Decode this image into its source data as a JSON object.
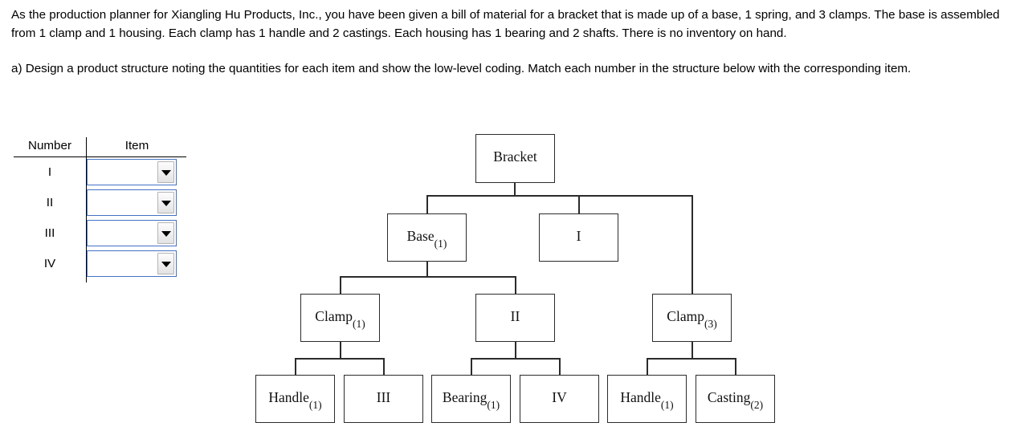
{
  "prompt": {
    "paragraph1": "As the production planner for Xiangling Hu Products, Inc., you have been given a bill of material for a bracket that is made up of a base, 1 spring, and 3 clamps. The base is assembled from 1 clamp and 1 housing. Each clamp has 1 handle and 2 castings. Each housing has 1 bearing and 2 shafts. There is no inventory on hand.",
    "paragraph2": "a) Design a product structure noting the quantities for each item and show the low-level coding. Match each number in the structure below with the corresponding item."
  },
  "match_table": {
    "headers": {
      "number": "Number",
      "item": "Item"
    },
    "rows": [
      {
        "number": "I",
        "selected": "",
        "placeholder": ""
      },
      {
        "number": "II",
        "selected": "",
        "placeholder": ""
      },
      {
        "number": "III",
        "selected": "",
        "placeholder": ""
      },
      {
        "number": "IV",
        "selected": "",
        "placeholder": ""
      }
    ],
    "dropdown_icon": "chevron-down-icon",
    "border_color": "#4472c4"
  },
  "diagram": {
    "type": "product-structure-tree",
    "line_color": "#2b2b2b",
    "nodes": [
      {
        "id": "bracket",
        "label": "Bracket",
        "qty": "",
        "level": 0
      },
      {
        "id": "base",
        "label": "Base",
        "qty": "(1)",
        "level": 1
      },
      {
        "id": "item-i",
        "label": "I",
        "qty": "",
        "level": 1
      },
      {
        "id": "clamp3",
        "label": "Clamp",
        "qty": "(3)",
        "level": 1
      },
      {
        "id": "clamp1",
        "label": "Clamp",
        "qty": "(1)",
        "level": 2
      },
      {
        "id": "item-ii",
        "label": "II",
        "qty": "",
        "level": 2
      },
      {
        "id": "handle-a",
        "label": "Handle",
        "qty": "(1)",
        "level": 3
      },
      {
        "id": "item-iii",
        "label": "III",
        "qty": "",
        "level": 3
      },
      {
        "id": "bearing",
        "label": "Bearing",
        "qty": "(1)",
        "level": 3
      },
      {
        "id": "item-iv",
        "label": "IV",
        "qty": "",
        "level": 3
      },
      {
        "id": "handle-b",
        "label": "Handle",
        "qty": "(1)",
        "level": 3
      },
      {
        "id": "casting",
        "label": "Casting",
        "qty": "(2)",
        "level": 3
      }
    ]
  }
}
